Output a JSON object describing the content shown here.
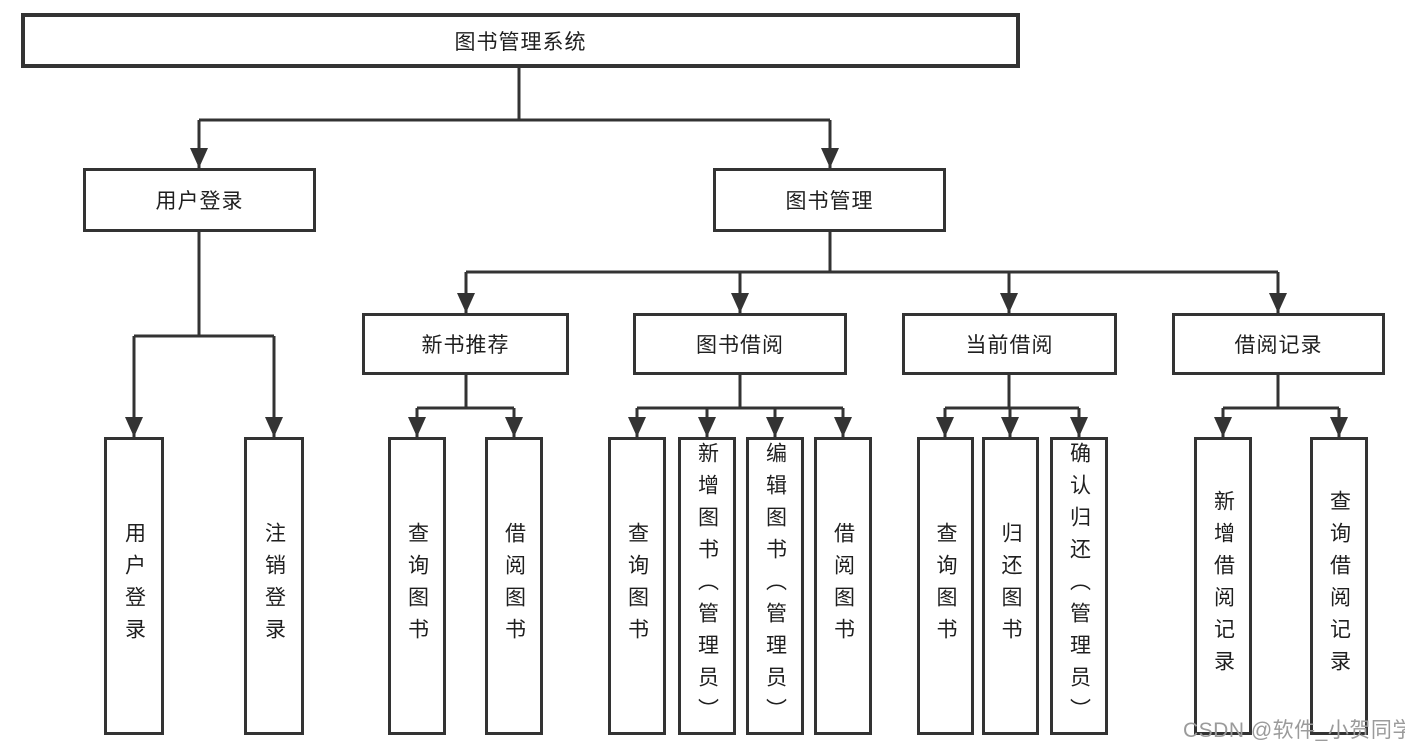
{
  "diagram": {
    "title_node": "图书管理系统",
    "level2": [
      {
        "label": "用户登录"
      },
      {
        "label": "图书管理"
      }
    ],
    "level3": [
      {
        "label": "新书推荐"
      },
      {
        "label": "图书借阅"
      },
      {
        "label": "当前借阅"
      },
      {
        "label": "借阅记录"
      }
    ],
    "leaves": {
      "user_login": [
        "用户登录",
        "注销登录"
      ],
      "new_book_recommend": [
        "查询图书",
        "借阅图书"
      ],
      "book_borrow": [
        "查询图书",
        "新增图书（管理员）",
        "编辑图书（管理员）",
        "借阅图书"
      ],
      "current_borrow": [
        "查询图书",
        "归还图书",
        "确认归还（管理员）"
      ],
      "borrow_records": [
        "新增借阅记录",
        "查询借阅记录"
      ]
    }
  },
  "watermark": {
    "text": "CSDN @软件_小贺同学"
  },
  "colors": {
    "line": "#333333",
    "text": "#1f1f1f",
    "background": "#ffffff",
    "watermark": "#9b9b9b"
  }
}
